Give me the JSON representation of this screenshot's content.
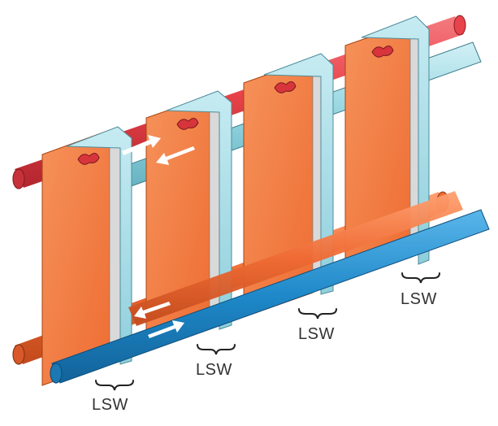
{
  "labels": {
    "lsw_1": "LSW",
    "lsw_2": "LSW",
    "lsw_3": "LSW",
    "lsw_4": "LSW"
  },
  "colors": {
    "hot_pipe": "#e8424a",
    "hot_pipe_lower": "#ef6a33",
    "cold_pipe_light": "#8fd3de",
    "cold_pipe_dark": "#1e88c8",
    "plate_orange": "#f07a3a",
    "plate_blue": "#9cd6e2",
    "arrow": "#ffffff",
    "label_text": "#333333"
  },
  "icons": [
    "flow-arrow-icon",
    "brace-icon"
  ]
}
